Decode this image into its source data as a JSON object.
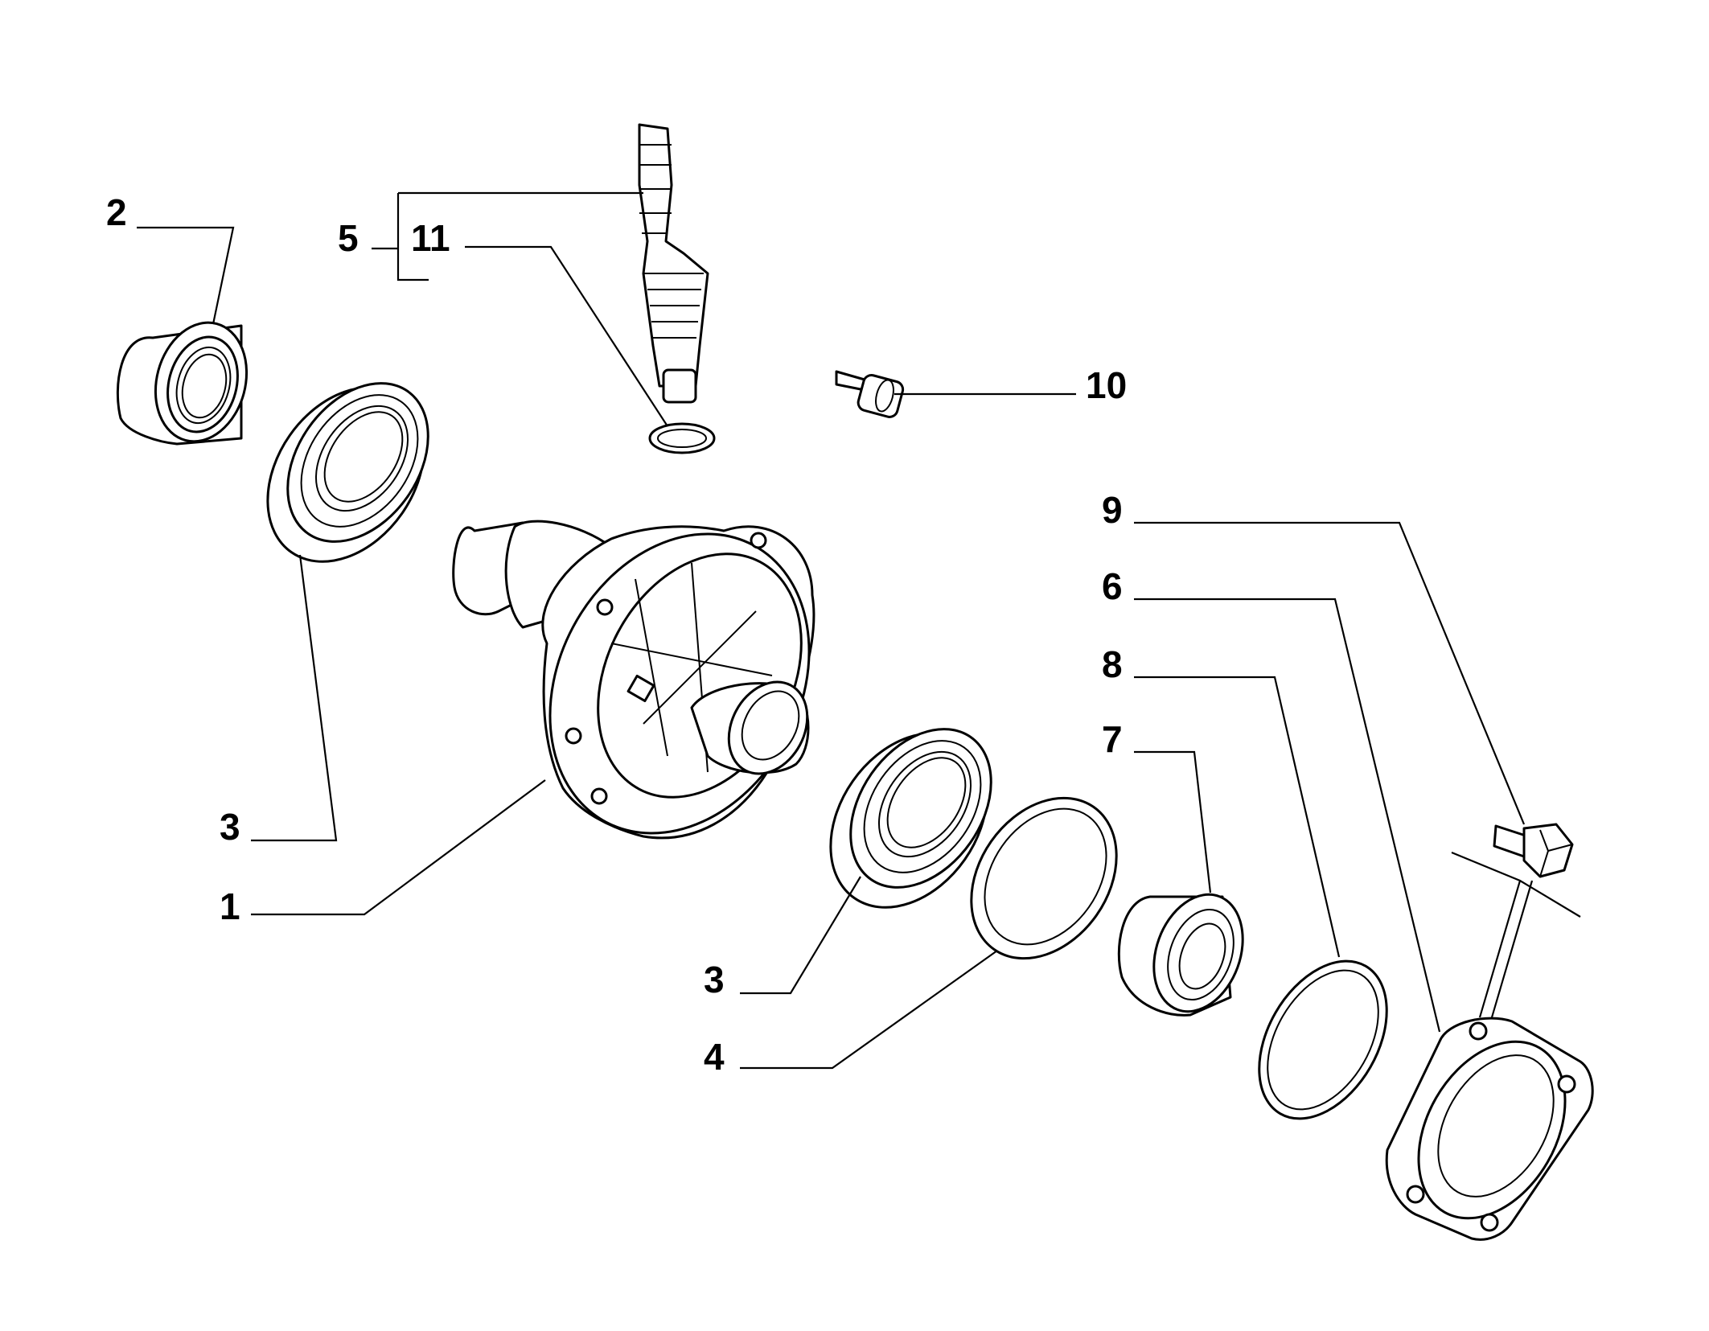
{
  "callouts": {
    "c1": "1",
    "c2": "2",
    "c3a": "3",
    "c3b": "3",
    "c4": "4",
    "c5": "5",
    "c6": "6",
    "c7": "7",
    "c8": "8",
    "c9": "9",
    "c10": "10",
    "c11": "11"
  },
  "colors": {
    "line": "#000000",
    "background": "#ffffff"
  }
}
